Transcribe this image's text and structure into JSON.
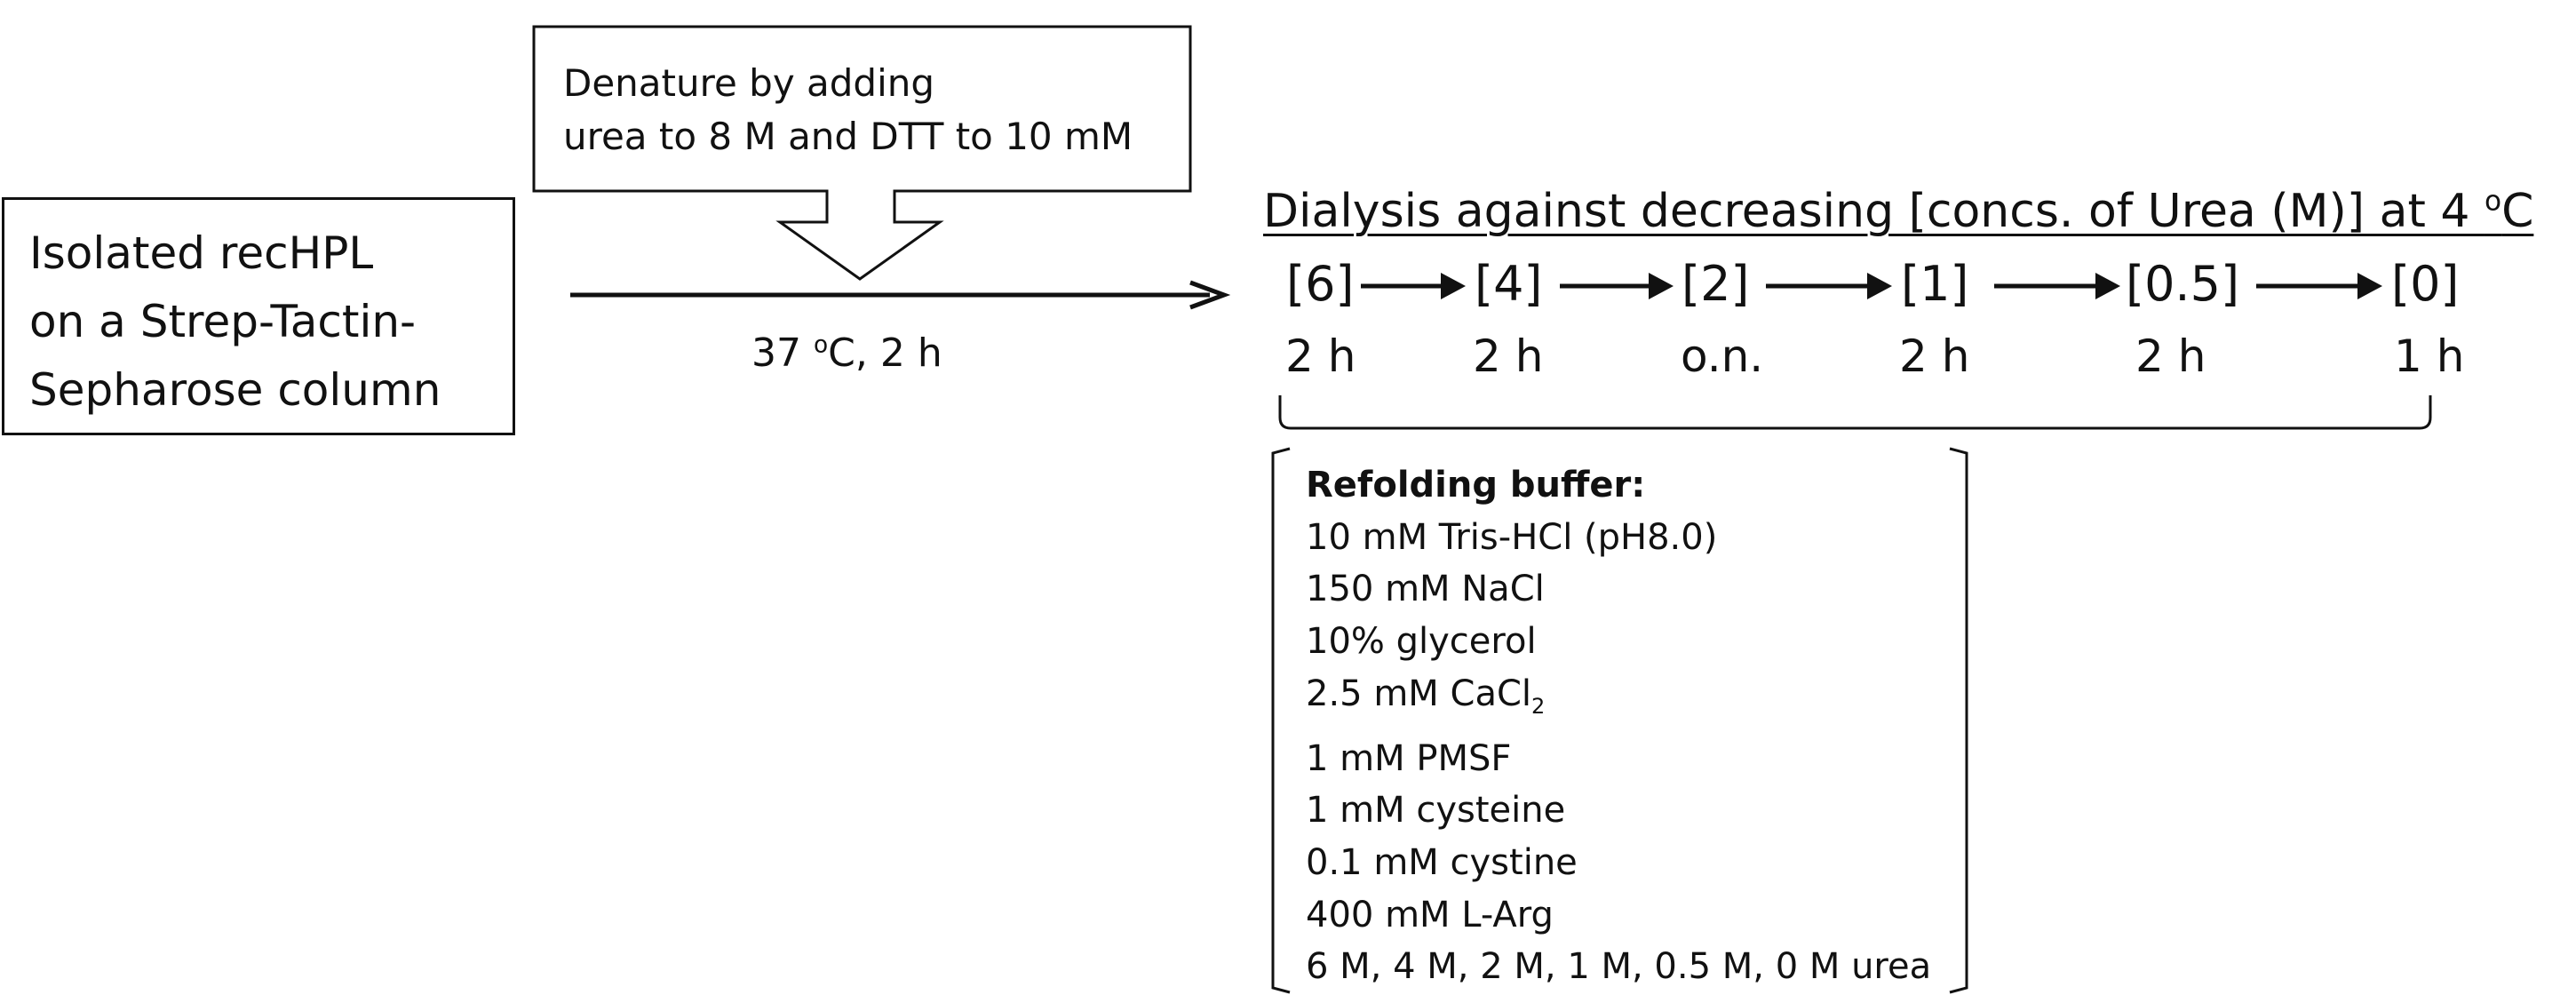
{
  "start": {
    "lines": [
      "Isolated recHPL",
      "on a Strep-Tactin-",
      "Sepharose column"
    ]
  },
  "denature": {
    "lines": [
      "Denature by adding",
      "urea to 8 M and DTT to 10 mM"
    ]
  },
  "condition": {
    "temp_value": "37 ",
    "temp_sup": "o",
    "temp_rest": "C, 2 h"
  },
  "dialysis": {
    "title_main": "Dialysis against decreasing [concs. of Urea (M)] at 4 ",
    "title_sup": "o",
    "title_unit": "C",
    "steps": [
      {
        "conc": "[6]",
        "duration": "2 h"
      },
      {
        "conc": "[4]",
        "duration": "2 h"
      },
      {
        "conc": "[2]",
        "duration": "o.n."
      },
      {
        "conc": "[1]",
        "duration": "2 h"
      },
      {
        "conc": "[0.5]",
        "duration": "2 h"
      },
      {
        "conc": "[0]",
        "duration": "1 h"
      }
    ]
  },
  "buffer": {
    "heading": "Refolding buffer:",
    "item_tris": "10 mM Tris-HCl (pH8.0)",
    "item_nacl": "150 mM NaCl",
    "item_glycerol": "10% glycerol",
    "item_cacl_main": "2.5 mM CaCl",
    "item_cacl_sub": "2",
    "item_pmsf": "1 mM PMSF",
    "item_cysteine": "1 mM cysteine",
    "item_cystine": "0.1 mM cystine",
    "item_arg": "400 mM L-Arg",
    "item_urea": "6 M, 4 M, 2 M, 1 M, 0.5 M, 0 M urea"
  }
}
